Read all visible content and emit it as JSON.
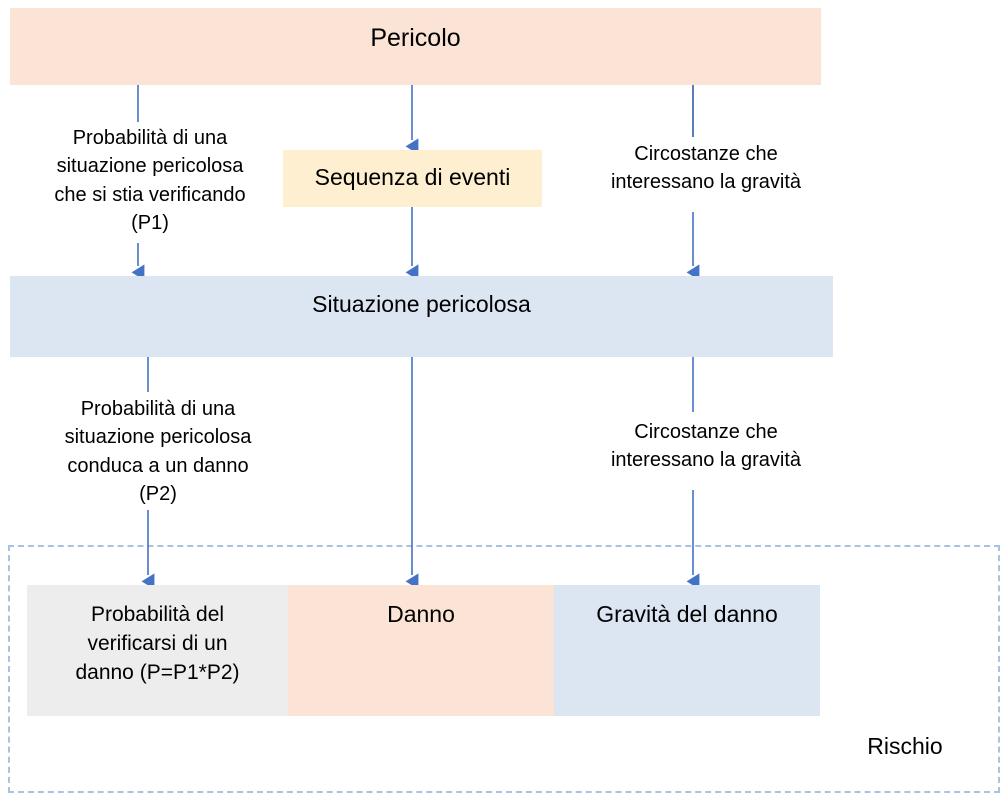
{
  "diagram": {
    "title_box": {
      "label": "Pericolo"
    },
    "sequence_box": {
      "label": "Sequenza  di eventi"
    },
    "situation_box": {
      "label": "Situazione pericolosa"
    },
    "risk_frame": {
      "label": "Rischio"
    },
    "annotations": {
      "p1": "Probabilità di una\nsituazione pericolosa\nche si stia verificando\n(P1)",
      "severity_top": "Circostanze che\ninteressano la gravità",
      "p2": "Probabilità di una\nsituazione pericolosa\nconduca a un danno\n(P2)",
      "severity_bottom": "Circostanze che\ninteressano la gravità"
    },
    "risk_segments": [
      {
        "label": "Probabilità del\nverificarsi di un\ndanno (P=P1*P2)",
        "color": "#EDEDED"
      },
      {
        "label": "Danno",
        "color": "#FBE3D5"
      },
      {
        "label": "Gravità del danno",
        "color": "#DCE6F2"
      }
    ],
    "colors": {
      "hazard_peach": "#FBE3D5",
      "sequence_yellow": "#FDEFCF",
      "situation_blue": "#DCE6F2",
      "probability_gray": "#EDEDED",
      "arrow_blue": "#4472C4",
      "dashed_border": "#A8C3E0",
      "text": "#000000",
      "background": "#FFFFFF"
    }
  }
}
